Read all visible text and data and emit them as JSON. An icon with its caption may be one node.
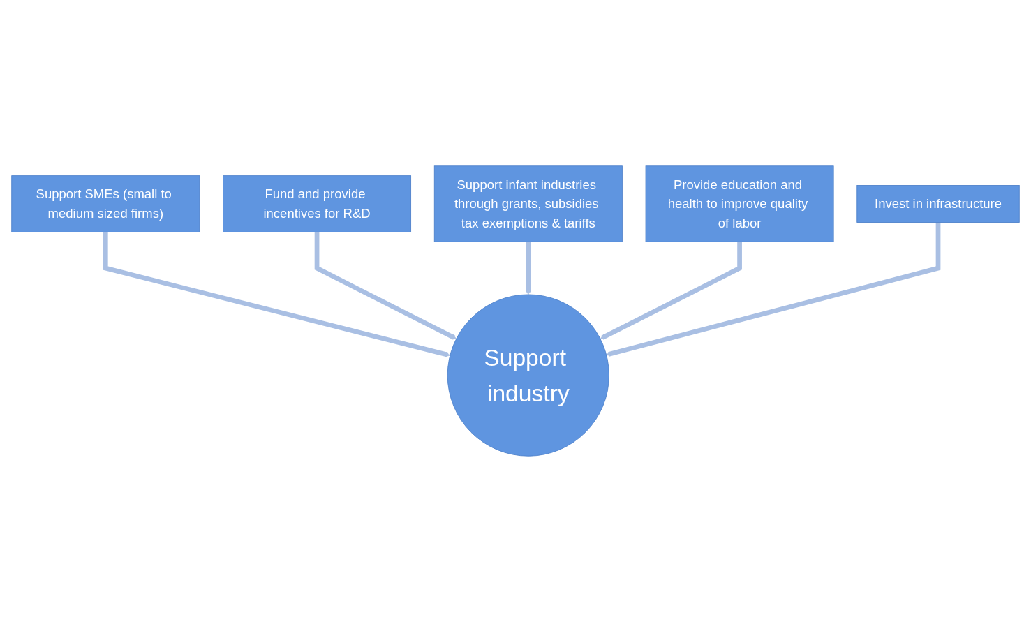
{
  "diagram": {
    "nodes": [
      {
        "text": [
          "Support SMEs (small to medium sized firms)"
        ]
      },
      {
        "text": [
          "Fund and provide incentives for R&D"
        ]
      },
      {
        "text": [
          "Support infant industries through grants, subsidies tax exemptions & tariffs"
        ]
      },
      {
        "text": [
          "Provide education and health to improve quality of labor"
        ]
      },
      {
        "text": [
          "Support industry"
        ]
      },
      {
        "text": [
          "Invest in infrastructure"
        ]
      }
    ],
    "edges": [
      {
        "from": 0,
        "to": 4,
        "arrow": "to"
      },
      {
        "from": 1,
        "to": 4,
        "arrow": "to"
      },
      {
        "from": 2,
        "to": 4,
        "arrow": "to"
      },
      {
        "from": 3,
        "to": 4,
        "arrow": "to"
      },
      {
        "from": 5,
        "to": 4,
        "arrow": "to"
      }
    ]
  }
}
